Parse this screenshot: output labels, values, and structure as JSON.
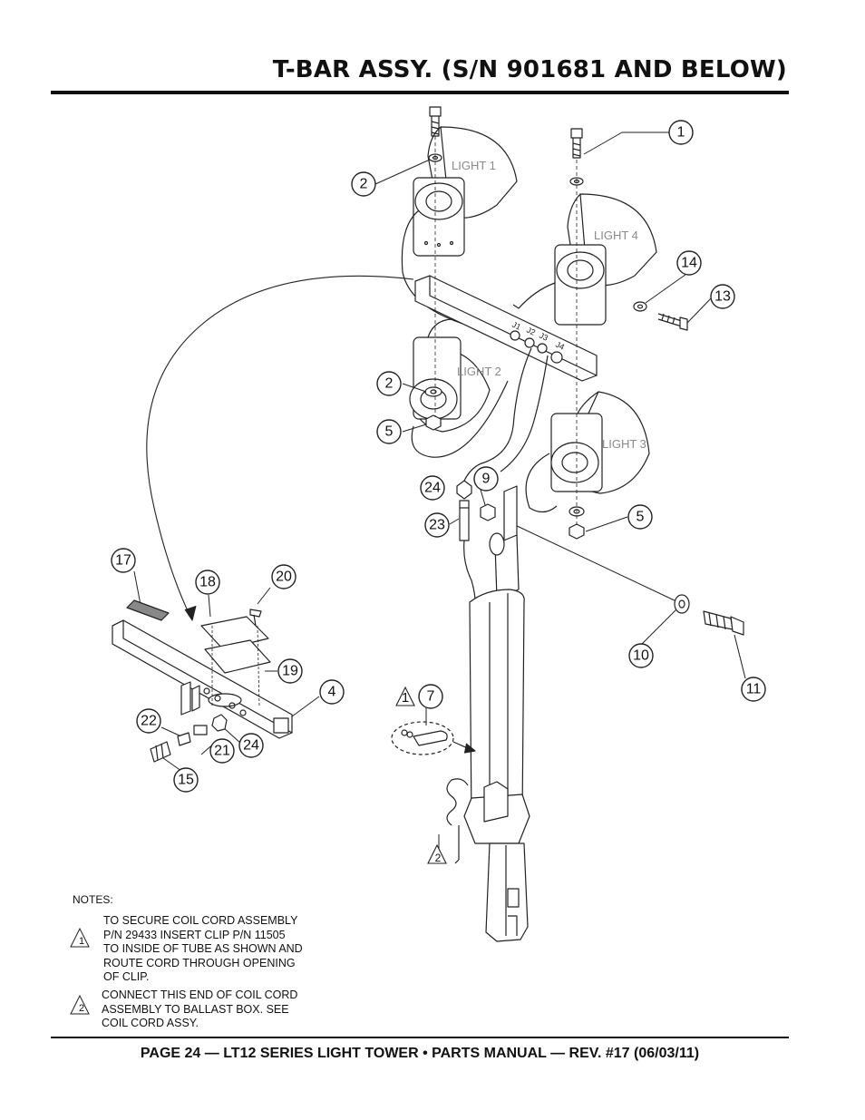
{
  "page": {
    "title": "T-BAR ASSY. (S/N 901681 AND BELOW)",
    "footer": "PAGE 24 — LT12 SERIES LIGHT TOWER • PARTS MANUAL — REV. #17 (06/03/11)"
  },
  "light_labels": [
    "LIGHT 1",
    "LIGHT 4",
    "LIGHT 2",
    "LIGHT 3"
  ],
  "jack_labels": [
    "J1",
    "J2",
    "J3",
    "J4"
  ],
  "callouts": [
    "1",
    "2",
    "14",
    "13",
    "2",
    "5",
    "24",
    "9",
    "23",
    "5",
    "17",
    "18",
    "20",
    "19",
    "4",
    "22",
    "21",
    "24",
    "15",
    "7",
    "10",
    "11"
  ],
  "note_markers": [
    "1",
    "2",
    "1",
    "2"
  ],
  "notes": {
    "heading": "NOTES:",
    "note1": {
      "marker": "1",
      "lines": [
        "TO SECURE COIL CORD ASSEMBLY",
        "P/N 29433 INSERT CLIP P/N 11505",
        "TO INSIDE OF TUBE AS SHOWN AND",
        "ROUTE CORD THROUGH OPENING",
        "OF CLIP."
      ]
    },
    "note2": {
      "marker": "2",
      "lines": [
        "CONNECT THIS END OF COIL CORD",
        "ASSEMBLY TO BALLAST BOX. SEE",
        "COIL CORD ASSY."
      ]
    }
  }
}
